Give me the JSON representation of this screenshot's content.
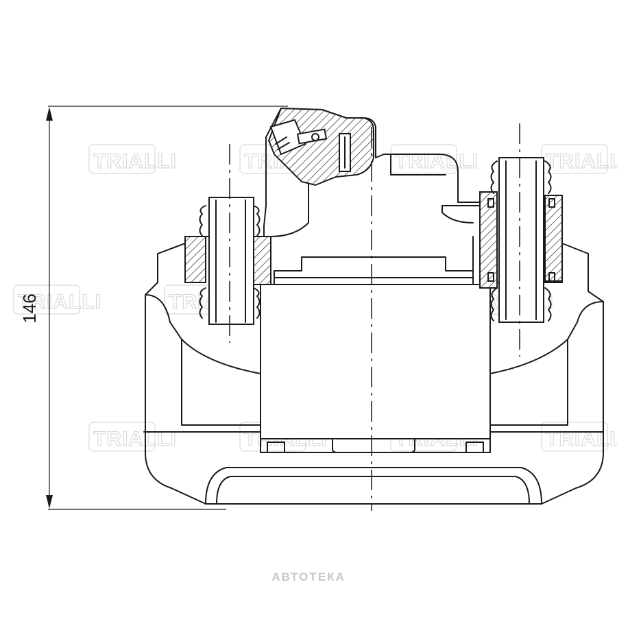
{
  "dimension": {
    "height_label": "146"
  },
  "watermark": {
    "brand": "TRIALLI"
  },
  "footer": {
    "site_label": "АВТОТЕКА"
  },
  "colors": {
    "line": "#1a1a1a",
    "background": "#ffffff",
    "watermark": "#d9d9d9",
    "footer_text": "#c8c8c8"
  }
}
